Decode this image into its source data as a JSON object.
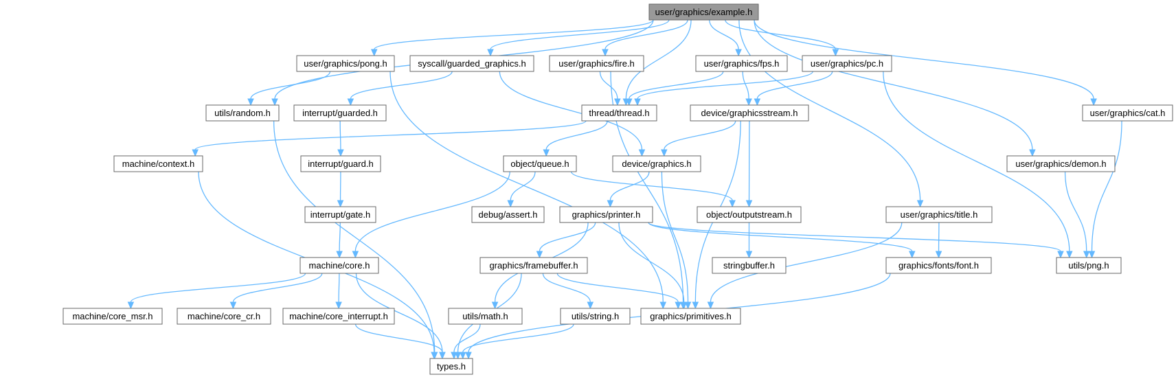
{
  "graph": {
    "root": "user/graphics/example.h",
    "colors": {
      "edge": "#63b8ff",
      "node_border": "#666666",
      "root_fill": "#999999",
      "node_fill": "#ffffff"
    },
    "nodes": [
      {
        "id": "example",
        "label": "user/graphics/example.h"
      },
      {
        "id": "pong",
        "label": "user/graphics/pong.h"
      },
      {
        "id": "guarded_graphics",
        "label": "syscall/guarded_graphics.h"
      },
      {
        "id": "fire",
        "label": "user/graphics/fire.h"
      },
      {
        "id": "fps",
        "label": "user/graphics/fps.h"
      },
      {
        "id": "pc",
        "label": "user/graphics/pc.h"
      },
      {
        "id": "random",
        "label": "utils/random.h"
      },
      {
        "id": "guarded",
        "label": "interrupt/guarded.h"
      },
      {
        "id": "thread",
        "label": "thread/thread.h"
      },
      {
        "id": "graphicsstream",
        "label": "device/graphicsstream.h"
      },
      {
        "id": "cat",
        "label": "user/graphics/cat.h"
      },
      {
        "id": "context",
        "label": "machine/context.h"
      },
      {
        "id": "guard",
        "label": "interrupt/guard.h"
      },
      {
        "id": "queue",
        "label": "object/queue.h"
      },
      {
        "id": "graphics",
        "label": "device/graphics.h"
      },
      {
        "id": "demon",
        "label": "user/graphics/demon.h"
      },
      {
        "id": "gate",
        "label": "interrupt/gate.h"
      },
      {
        "id": "assert",
        "label": "debug/assert.h"
      },
      {
        "id": "printer",
        "label": "graphics/printer.h"
      },
      {
        "id": "outputstream",
        "label": "object/outputstream.h"
      },
      {
        "id": "title",
        "label": "user/graphics/title.h"
      },
      {
        "id": "core",
        "label": "machine/core.h"
      },
      {
        "id": "framebuffer",
        "label": "graphics/framebuffer.h"
      },
      {
        "id": "stringbuffer",
        "label": "stringbuffer.h"
      },
      {
        "id": "font",
        "label": "graphics/fonts/font.h"
      },
      {
        "id": "png",
        "label": "utils/png.h"
      },
      {
        "id": "core_msr",
        "label": "machine/core_msr.h"
      },
      {
        "id": "core_cr",
        "label": "machine/core_cr.h"
      },
      {
        "id": "core_interrupt",
        "label": "machine/core_interrupt.h"
      },
      {
        "id": "math",
        "label": "utils/math.h"
      },
      {
        "id": "string",
        "label": "utils/string.h"
      },
      {
        "id": "primitives",
        "label": "graphics/primitives.h"
      },
      {
        "id": "types",
        "label": "types.h"
      }
    ],
    "edges": [
      [
        "example",
        "random"
      ],
      [
        "example",
        "pong"
      ],
      [
        "example",
        "guarded_graphics"
      ],
      [
        "example",
        "fire"
      ],
      [
        "example",
        "thread"
      ],
      [
        "example",
        "fps"
      ],
      [
        "example",
        "pc"
      ],
      [
        "example",
        "title"
      ],
      [
        "example",
        "demon"
      ],
      [
        "example",
        "cat"
      ],
      [
        "pong",
        "random"
      ],
      [
        "pong",
        "primitives"
      ],
      [
        "guarded_graphics",
        "guarded"
      ],
      [
        "guarded_graphics",
        "graphics"
      ],
      [
        "fire",
        "thread"
      ],
      [
        "fire",
        "primitives"
      ],
      [
        "fps",
        "thread"
      ],
      [
        "fps",
        "graphicsstream"
      ],
      [
        "pc",
        "thread"
      ],
      [
        "pc",
        "graphicsstream"
      ],
      [
        "pc",
        "png"
      ],
      [
        "random",
        "types"
      ],
      [
        "guarded",
        "guard"
      ],
      [
        "thread",
        "context"
      ],
      [
        "thread",
        "queue"
      ],
      [
        "graphicsstream",
        "graphics"
      ],
      [
        "graphicsstream",
        "outputstream"
      ],
      [
        "graphicsstream",
        "primitives"
      ],
      [
        "cat",
        "png"
      ],
      [
        "context",
        "types"
      ],
      [
        "guard",
        "gate"
      ],
      [
        "gate",
        "core"
      ],
      [
        "queue",
        "core"
      ],
      [
        "queue",
        "assert"
      ],
      [
        "queue",
        "outputstream"
      ],
      [
        "graphics",
        "printer"
      ],
      [
        "graphics",
        "primitives"
      ],
      [
        "demon",
        "png"
      ],
      [
        "outputstream",
        "stringbuffer"
      ],
      [
        "printer",
        "framebuffer"
      ],
      [
        "printer",
        "math"
      ],
      [
        "printer",
        "primitives"
      ],
      [
        "printer",
        "font"
      ],
      [
        "printer",
        "png"
      ],
      [
        "title",
        "font"
      ],
      [
        "title",
        "primitives"
      ],
      [
        "core",
        "core_msr"
      ],
      [
        "core",
        "core_cr"
      ],
      [
        "core",
        "core_interrupt"
      ],
      [
        "core",
        "types"
      ],
      [
        "framebuffer",
        "string"
      ],
      [
        "framebuffer",
        "primitives"
      ],
      [
        "framebuffer",
        "types"
      ],
      [
        "font",
        "types"
      ],
      [
        "core_interrupt",
        "types"
      ],
      [
        "math",
        "types"
      ],
      [
        "string",
        "types"
      ]
    ]
  }
}
